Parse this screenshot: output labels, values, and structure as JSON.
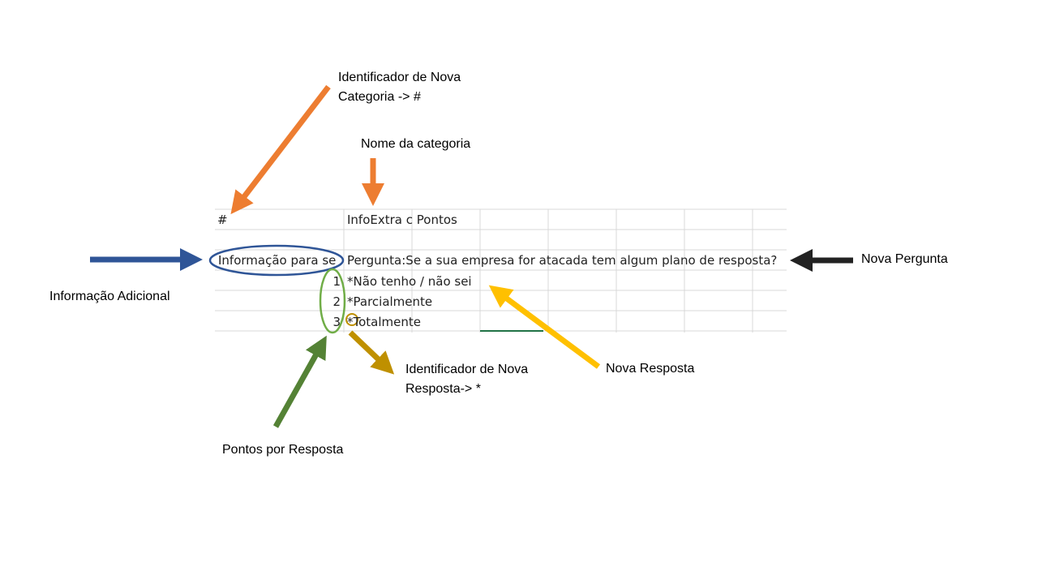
{
  "annotations": {
    "category_id": [
      "Identificador de Nova",
      "Categoria -> #"
    ],
    "category_name": "Nome da categoria",
    "additional_info": "Informação Adicional",
    "new_question": "Nova Pergunta",
    "new_answer": "Nova Resposta",
    "answer_id": [
      "Identificador de Nova",
      "Resposta-> *"
    ],
    "points": "Pontos por Resposta"
  },
  "sheet": {
    "row1": {
      "col_a": "#",
      "col_b": "InfoExtra c Pontos"
    },
    "row3": {
      "col_a": "Informação para se",
      "col_b": "Pergunta:Se a sua empresa for atacada tem algum plano de resposta?"
    },
    "answers": [
      {
        "points": "1",
        "marker": "*",
        "text": "Não tenho / não sei"
      },
      {
        "points": "2",
        "marker": "*",
        "text": "Parcialmente"
      },
      {
        "points": "3",
        "marker": "*",
        "text": "Totalmente"
      }
    ]
  },
  "colors": {
    "orange": "#ED7D31",
    "blue": "#2F5597",
    "black": "#222222",
    "gold": "#FFC000",
    "dark_gold": "#BF9000",
    "green_circle": "#70AD47",
    "green_arrow": "#548235",
    "grid": "#d9d9d9",
    "active_cell": "#217346"
  }
}
